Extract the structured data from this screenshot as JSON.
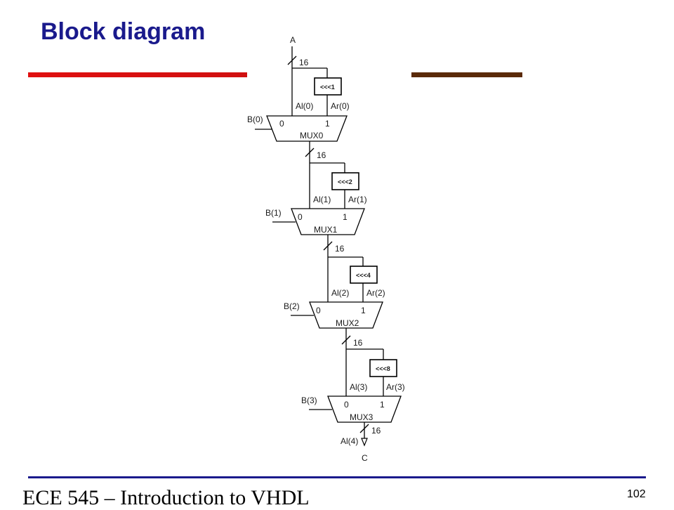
{
  "slide": {
    "title": "Block diagram",
    "footer": "ECE 545 – Introduction to VHDL",
    "page_number": "102"
  },
  "diagram": {
    "input_label": "A",
    "output_label": "C",
    "final_bus_width": "16",
    "final_signal": "Al(4)",
    "stages": [
      {
        "mux": "MUX0",
        "select": "B(0)",
        "left": "Al(0)",
        "right": "Ar(0)",
        "rot": "<<<1",
        "width": "16",
        "in0": "0",
        "in1": "1"
      },
      {
        "mux": "MUX1",
        "select": "B(1)",
        "left": "Al(1)",
        "right": "Ar(1)",
        "rot": "<<<2",
        "width": "16",
        "in0": "0",
        "in1": "1"
      },
      {
        "mux": "MUX2",
        "select": "B(2)",
        "left": "Al(2)",
        "right": "Ar(2)",
        "rot": "<<<4",
        "width": "16",
        "in0": "0",
        "in1": "1"
      },
      {
        "mux": "MUX3",
        "select": "B(3)",
        "left": "Al(3)",
        "right": "Ar(3)",
        "rot": "<<<8",
        "width": "16",
        "in0": "0",
        "in1": "1"
      }
    ]
  }
}
